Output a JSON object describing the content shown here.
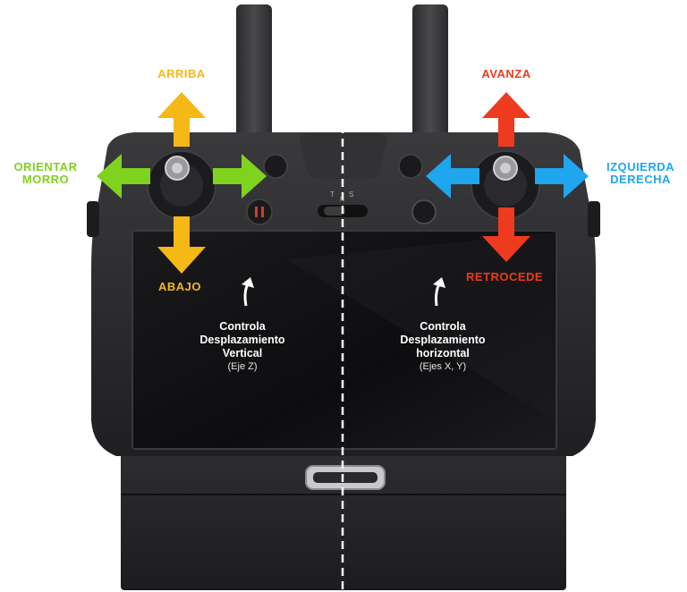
{
  "labels": {
    "arriba": "ARRIBA",
    "abajo": "ABAJO",
    "orientar_line1": "ORIENTAR",
    "orientar_line2": "MORRO",
    "avanza": "AVANZA",
    "retrocede": "RETROCEDE",
    "izquierda_line1": "IZQUIERDA",
    "derecha_line2": "DERECHA"
  },
  "left_screen": {
    "line1": "Controla",
    "line2": "Desplazamiento",
    "line3": "Vertical",
    "axis": "(Eje Z)"
  },
  "right_screen": {
    "line1": "Controla",
    "line2": "Desplazamiento",
    "line3": "horizontal",
    "axis": "(Ejes X, Y)"
  },
  "switch_labels": {
    "t": "T",
    "n": "N",
    "s": "S"
  },
  "colors": {
    "yellow": "#F5B814",
    "green": "#7FD21E",
    "red": "#EE3A1E",
    "blue": "#1FA6EE",
    "body": "#2a2a2c",
    "screen": "#121214"
  }
}
